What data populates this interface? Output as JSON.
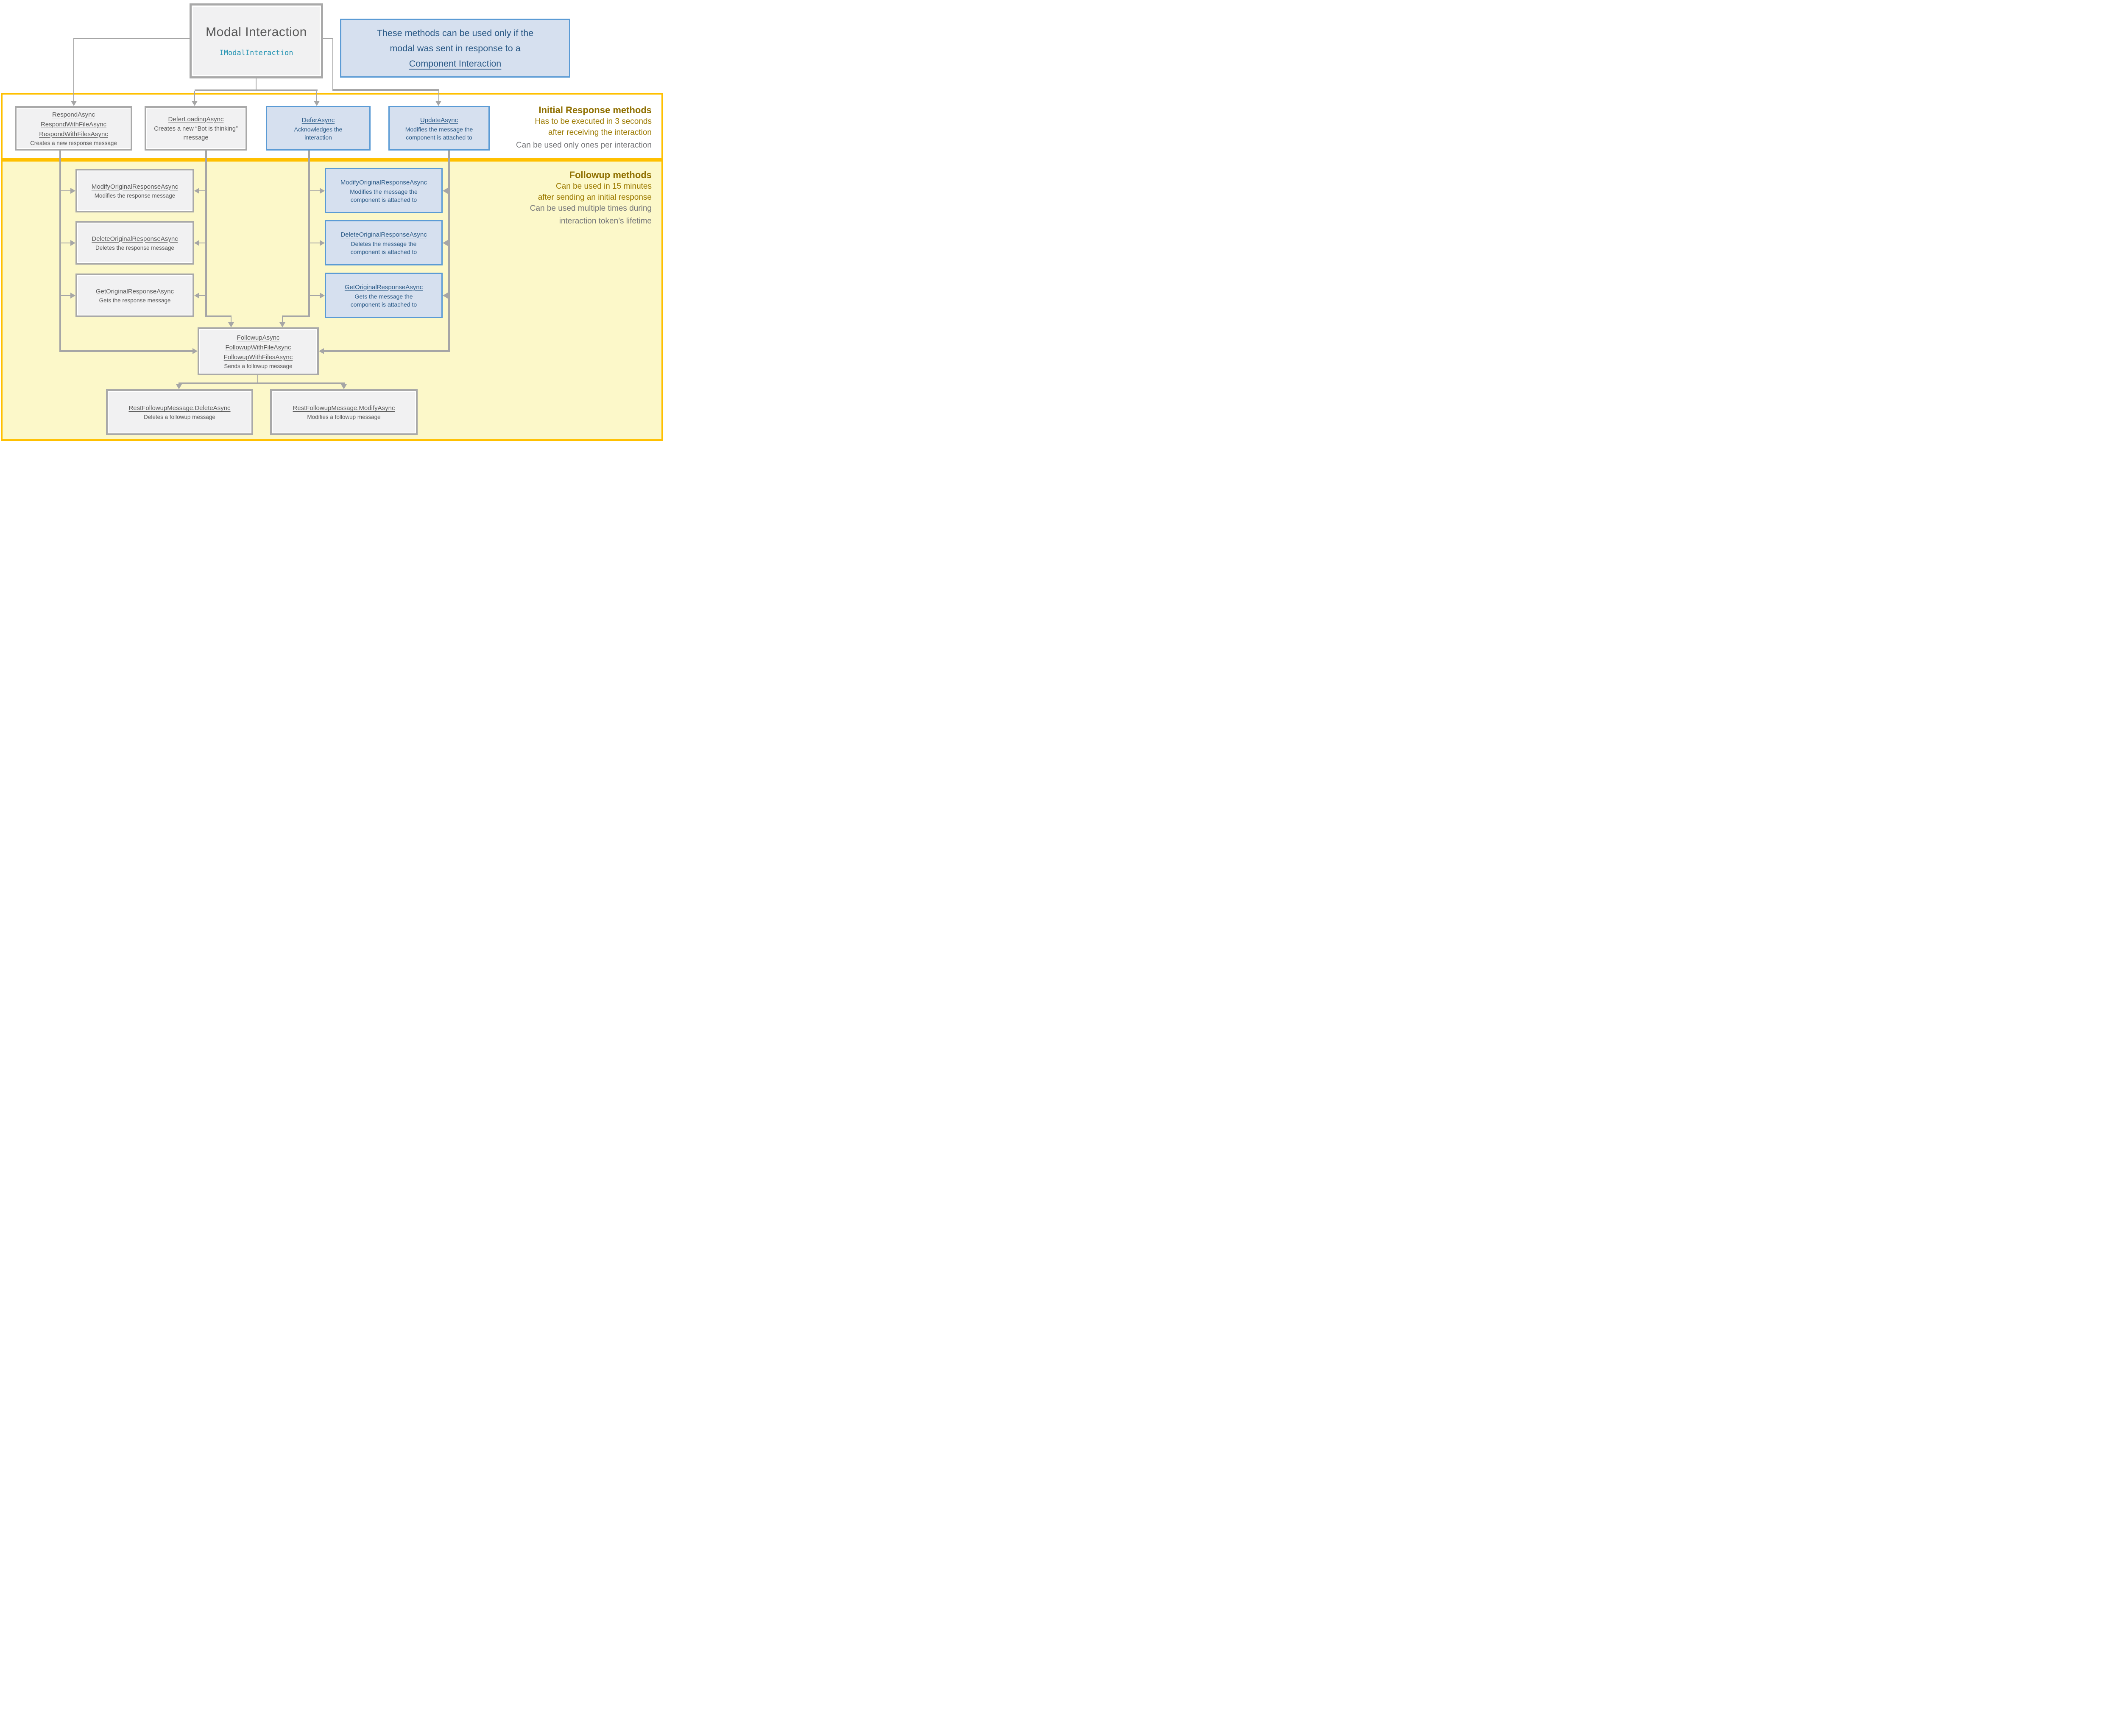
{
  "modal_box": {
    "title": "Modal Interaction",
    "subtitle": "IModalInteraction"
  },
  "note_box": {
    "line1": "These methods can be used only if the",
    "line2": "modal was sent in response to a",
    "link_text": "Component Interaction"
  },
  "initial_section": {
    "heading": "Initial Response methods",
    "note_gold_1": "Has to be executed in 3 seconds",
    "note_gold_2": "after receiving the interaction",
    "note_gray": "Can be used only ones per interaction",
    "respond_box": {
      "m1": "RespondAsync",
      "m2": "RespondWithFileAsync",
      "m3": "RespondWithFilesAsync",
      "desc": "Creates a new response message"
    },
    "defer_loading_box": {
      "m1": "DeferLoadingAsync",
      "desc": "Creates a new “Bot is thinking” message"
    },
    "defer_box": {
      "m1": "DeferAsync",
      "desc": "Acknowledges the interaction"
    },
    "update_box": {
      "m1": "UpdateAsync",
      "desc": "Modifies the message the component is attached to"
    }
  },
  "followup_section": {
    "heading": "Followup methods",
    "note_gold_1": "Can be used in 15 minutes",
    "note_gold_2": "after sending an initial response",
    "note_gray_1": "Can be used multiple times during",
    "note_gray_2": "interaction token’s lifetime",
    "left_boxes": [
      {
        "m1": "ModifyOriginalResponseAsync",
        "desc": "Modifies the response message"
      },
      {
        "m1": "DeleteOriginalResponseAsync",
        "desc": "Deletes the response message"
      },
      {
        "m1": "GetOriginalResponseAsync",
        "desc": "Gets the response message"
      }
    ],
    "right_boxes": [
      {
        "m1": "ModifyOriginalResponseAsync",
        "desc": "Modifies the message the component is attached to"
      },
      {
        "m1": "DeleteOriginalResponseAsync",
        "desc": "Deletes the message the component is attached to"
      },
      {
        "m1": "GetOriginalResponseAsync",
        "desc": "Gets  the message the component is attached to"
      }
    ],
    "followup_box": {
      "m1": "FollowupAsync",
      "m2": "FollowupWithFileAsync",
      "m3": "FollowupWithFilesAsync",
      "desc": "Sends a followup message"
    },
    "delete_followup_box": {
      "m1": "RestFollowupMessage.DeleteAsync",
      "desc": "Deletes a followup message"
    },
    "modify_followup_box": {
      "m1": "RestFollowupMessage.ModifyAsync",
      "desc": "Modifies a followup message"
    }
  },
  "colors": {
    "band_border": "#FFC000",
    "followup_band_fill": "#FCF8C9",
    "gray_box_border": "#A9A9A9",
    "gray_box_fill": "#F1F1F2",
    "blue_box_border": "#5B9BD5",
    "blue_box_fill": "#D6E0EF",
    "blue_text": "#2B5A87",
    "gray_text": "#595959",
    "gold_text": "#9C7A00",
    "teal_code_text": "#2A96B4",
    "connector": "#A6A6A6"
  }
}
